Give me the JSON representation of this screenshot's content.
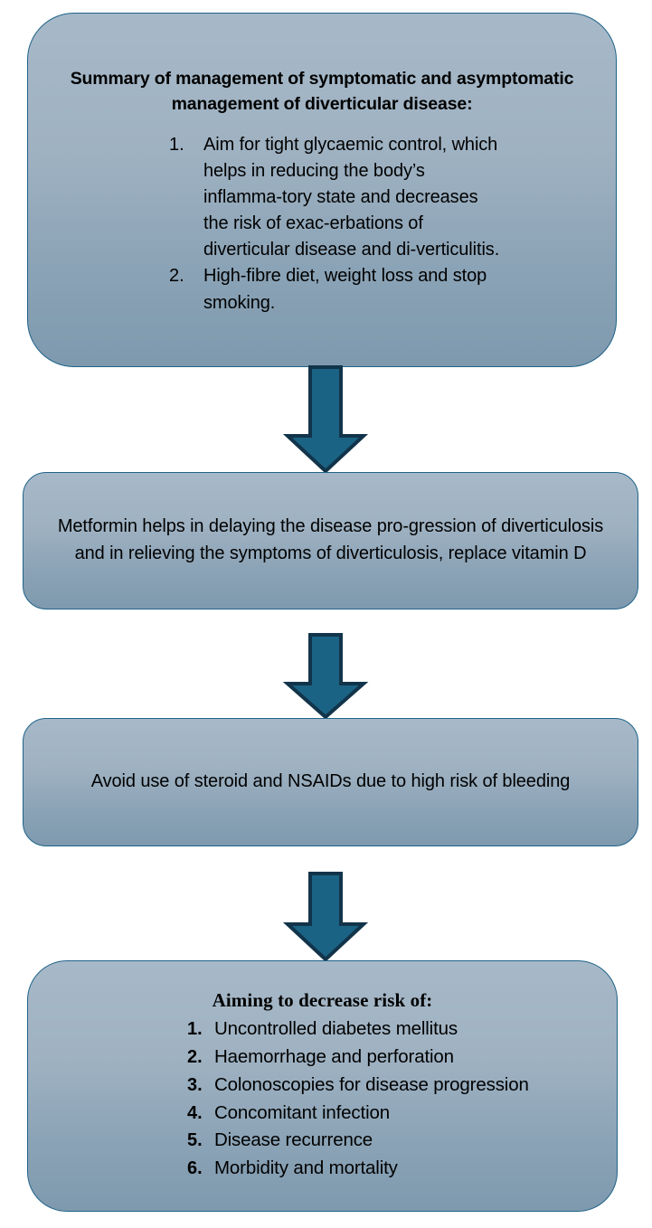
{
  "diagram": {
    "type": "flowchart",
    "orientation": "top-to-bottom",
    "colors": {
      "box_fill_top": "#a7b9c8",
      "box_fill_bottom": "#7e99ae",
      "box_border": "#1f6389",
      "arrow_fill": "#1b6384",
      "arrow_border": "#12344a",
      "text": "#000000",
      "background": "#ffffff"
    },
    "nodes": [
      {
        "id": "node-1",
        "title": "Summary of management of symptomatic and asymptomatic management of diverticular disease:",
        "items": [
          {
            "num": "1.",
            "text": "Aim for tight glycaemic control, which helps in reducing the body’s inflamma-tory state and decreases the risk of exac-erbations of diverticular disease and di-verticulitis."
          },
          {
            "num": "2.",
            "text": "High-fibre diet, weight loss and stop smoking."
          }
        ]
      },
      {
        "id": "node-2",
        "body": "Metformin helps in delaying the disease pro-gression of diverticulosis and in relieving the symptoms of diverticulosis, replace vitamin D"
      },
      {
        "id": "node-3",
        "body": "Avoid use of steroid and NSAIDs due to high risk of bleeding"
      },
      {
        "id": "node-4",
        "title": "Aiming to decrease risk of:",
        "items": [
          {
            "num": "1.",
            "text": "Uncontrolled diabetes mellitus"
          },
          {
            "num": "2.",
            "text": "Haemorrhage and perforation"
          },
          {
            "num": "3.",
            "text": "Colonoscopies for disease progression"
          },
          {
            "num": "4.",
            "text": "Concomitant infection"
          },
          {
            "num": "5.",
            "text": "Disease recurrence"
          },
          {
            "num": "6.",
            "text": "Morbidity and mortality"
          }
        ]
      }
    ],
    "connectors": [
      {
        "id": "arrow-1",
        "icon": "down-arrow-icon",
        "from": "node-1",
        "to": "node-2"
      },
      {
        "id": "arrow-2",
        "icon": "down-arrow-icon",
        "from": "node-2",
        "to": "node-3"
      },
      {
        "id": "arrow-3",
        "icon": "down-arrow-icon",
        "from": "node-3",
        "to": "node-4"
      }
    ]
  }
}
